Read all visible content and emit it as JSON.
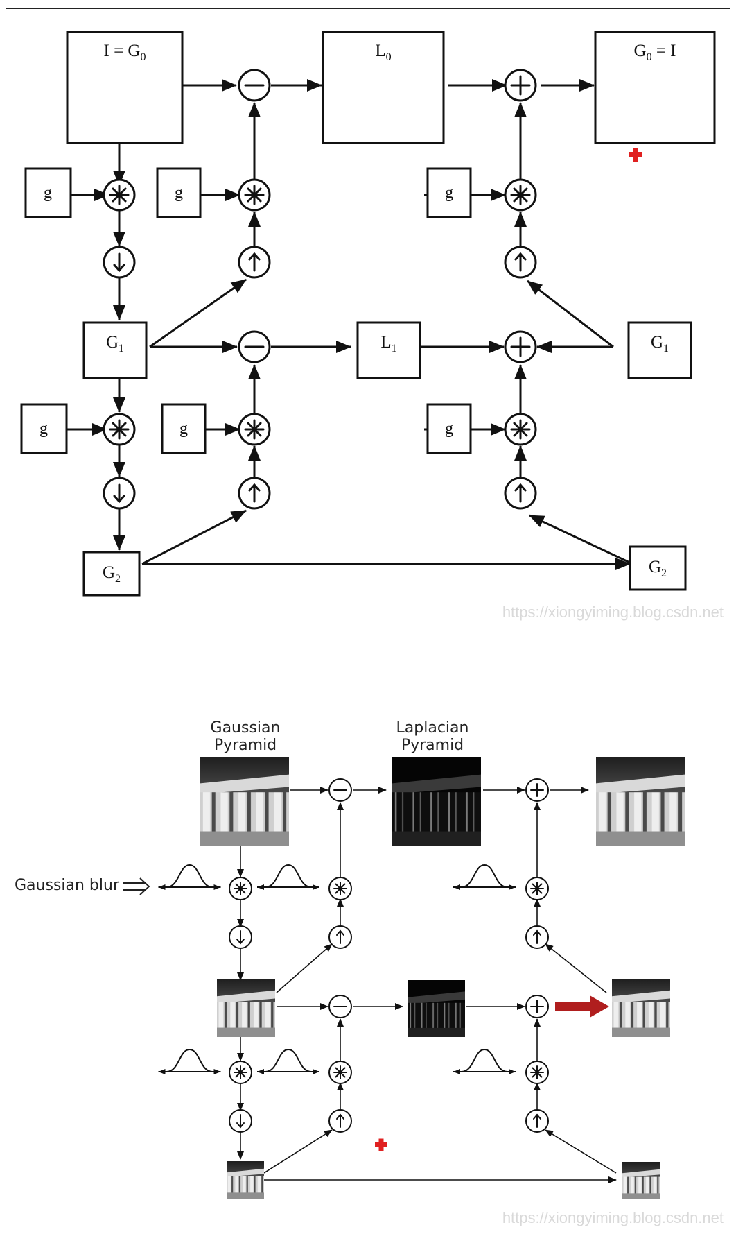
{
  "top_diagram": {
    "nodes": {
      "input": {
        "main": "I = G",
        "sub": "0"
      },
      "l0": {
        "main": "L",
        "sub": "0"
      },
      "output": {
        "main": "G",
        "sub": "0",
        "tail": " = I"
      },
      "g1_left": {
        "main": "G",
        "sub": "1"
      },
      "l1": {
        "main": "L",
        "sub": "1"
      },
      "g1_right": {
        "main": "G",
        "sub": "1"
      },
      "g2_left": {
        "main": "G",
        "sub": "2"
      },
      "g2_right": {
        "main": "G",
        "sub": "2"
      }
    },
    "kernel_label": "g",
    "watermark": "https://xiongyiming.blog.csdn.net"
  },
  "bottom_diagram": {
    "gaussian_pyramid_label": [
      "Gaussian",
      "Pyramid"
    ],
    "laplacian_pyramid_label": [
      "Laplacian",
      "Pyramid"
    ],
    "gaussian_blur_label": "Gaussian blur",
    "watermark": "https://xiongyiming.blog.csdn.net"
  },
  "colors": {
    "line": "#111111",
    "marker_red": "#e02020",
    "highlight_arrow": "#b01e1e",
    "watermark": "#d9d9d9"
  }
}
